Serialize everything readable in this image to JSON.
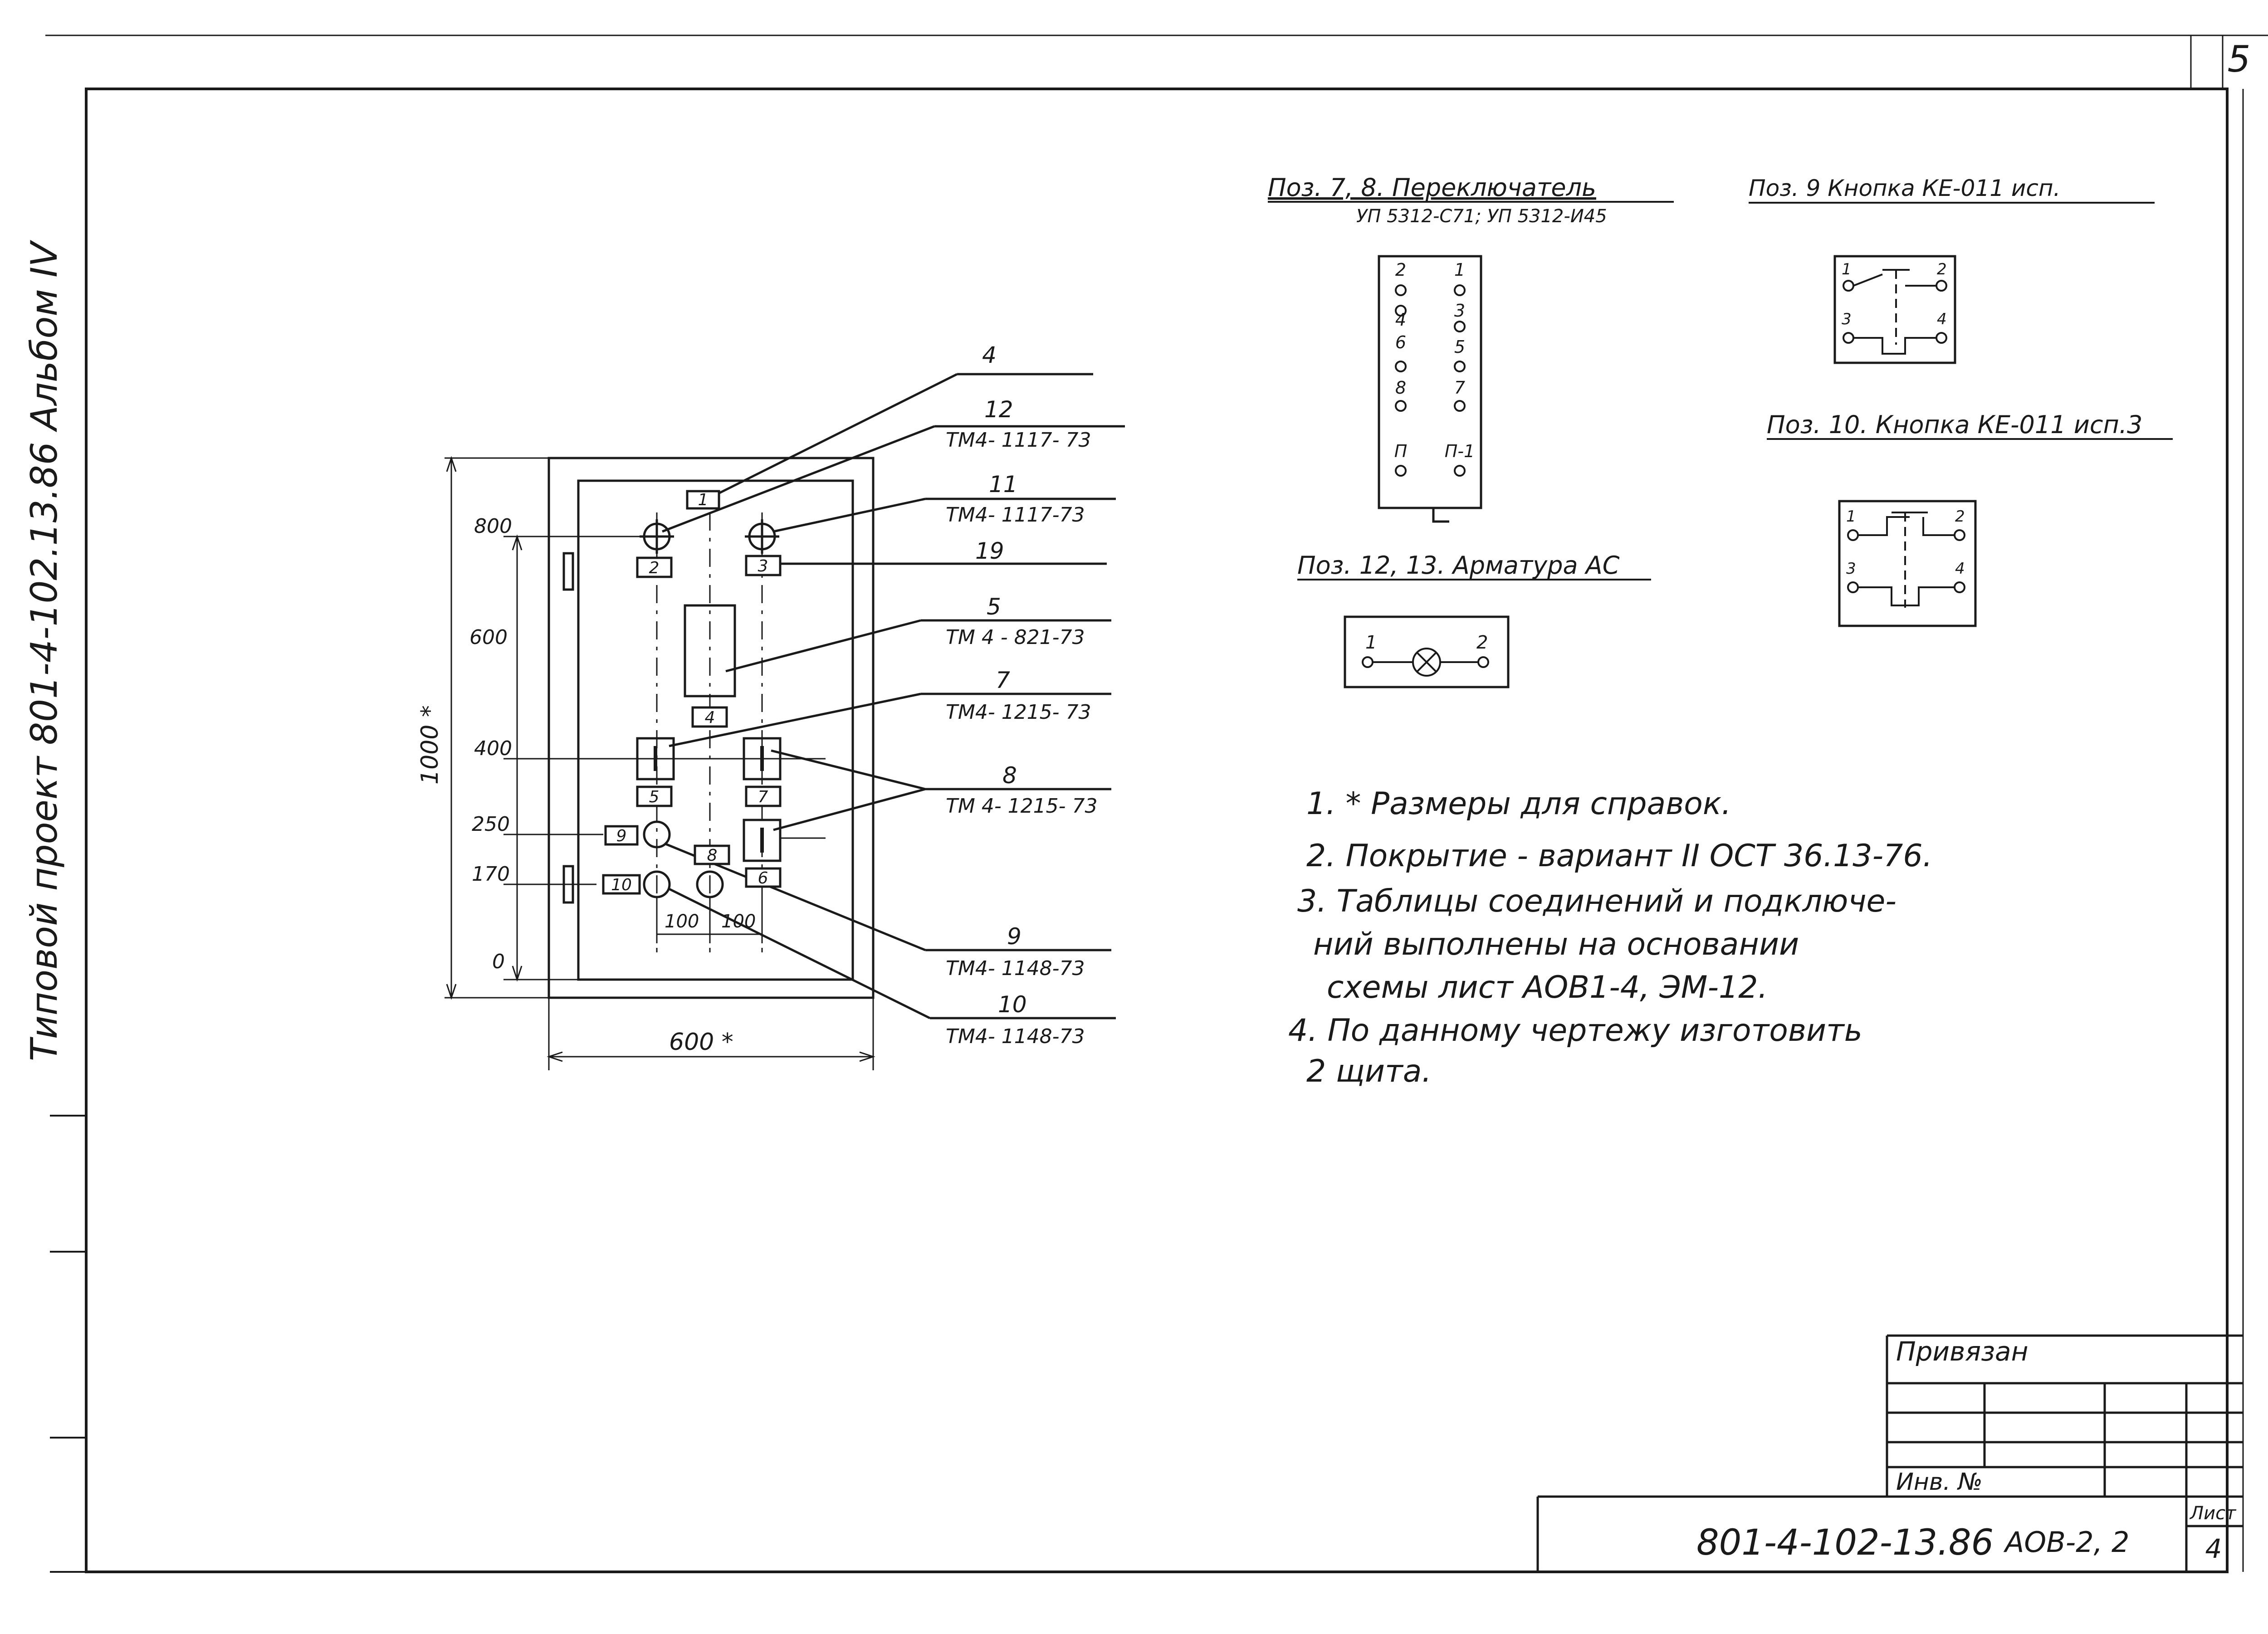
{
  "sheet_corner_number": "5",
  "side_stamp": "Типовой проект 801-4-102.13.86 Альбом IV",
  "panel_drawing": {
    "height_dim": "1000 *",
    "width_dim": "600 *",
    "elevations": [
      "800",
      "600",
      "400",
      "250",
      "170",
      "0"
    ],
    "spacing_dims": [
      "100",
      "100"
    ],
    "label_plates": [
      "1",
      "2",
      "3",
      "4",
      "5",
      "7",
      "9",
      "8",
      "10",
      "6"
    ],
    "callouts": [
      {
        "num": "4",
        "type": ""
      },
      {
        "num": "12",
        "type": "ТМ4- 1117- 73"
      },
      {
        "num": "11",
        "type": "ТМ4- 1117-73"
      },
      {
        "num": "19",
        "type": ""
      },
      {
        "num": "5",
        "type": "ТМ 4 - 821-73"
      },
      {
        "num": "7",
        "type": "ТМ4- 1215- 73"
      },
      {
        "num": "8",
        "type": "ТМ 4- 1215- 73"
      },
      {
        "num": "9",
        "type": "ТМ4- 1148-73"
      },
      {
        "num": "10",
        "type": "ТМ4- 1148-73"
      }
    ]
  },
  "switch_detail": {
    "title": "Поз. 7, 8. Переключатель",
    "subtitle": "УП 5312-С71; УП 5312-И45",
    "left_contacts": [
      "2",
      "4",
      "6",
      "8"
    ],
    "right_contacts": [
      "1",
      "3",
      "5",
      "7"
    ],
    "bottom_contacts": [
      "П",
      "П-1"
    ]
  },
  "button9_detail": {
    "title": "Поз. 9  Кнопка  КЕ-011 исп.",
    "contacts": [
      "1",
      "2",
      "3",
      "4"
    ]
  },
  "button10_detail": {
    "title": "Поз. 10.  Кнопка КЕ-011 исп.3",
    "contacts": [
      "1",
      "2",
      "3",
      "4"
    ]
  },
  "lamp_detail": {
    "title": "Поз. 12, 13.  Арматура АС",
    "contacts": [
      "1",
      "2"
    ]
  },
  "notes": [
    "1. * Размеры для справок.",
    "2. Покрытие - вариант II ОСТ 36.13-76.",
    "3. Таблицы соединений и подключе-",
    "ний выполнены на основании",
    "схемы лист АОВ1-4, ЭМ-12.",
    "4. По данному чертежу изготовить",
    "2 щита."
  ],
  "title_block": {
    "bound_label": "Привязан",
    "inv_label": "Инв. №",
    "doc_code": "801-4-102-13.86",
    "sheet_code": "АОВ-2, 2",
    "sheet_label": "Лист",
    "sheet_number": "4"
  }
}
